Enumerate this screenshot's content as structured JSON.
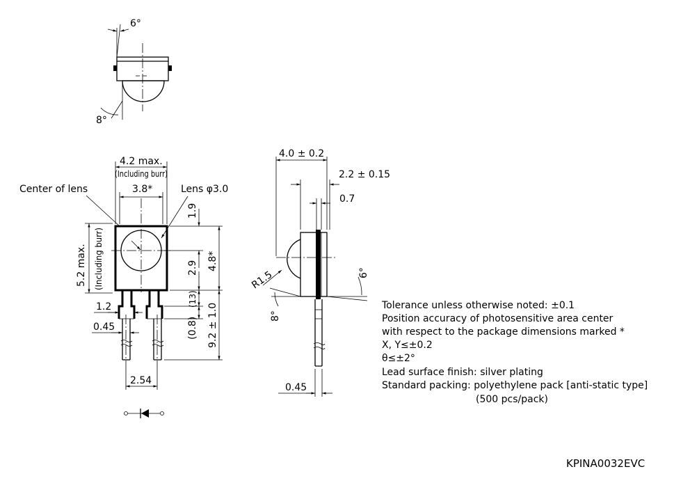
{
  "top_view": {
    "angle_top": "6°",
    "angle_bottom": "8°"
  },
  "front_view": {
    "width_max": "4.2 max.",
    "width_note": "(Including burr)",
    "width_inner": "3.8*",
    "center_of_lens": "Center of lens",
    "lens_label": "Lens φ3.0",
    "dim_1_9": "1.9",
    "dim_2_9": "2.9",
    "dim_4_8": "4.8*",
    "dim_13": "(13)",
    "dim_1_0": "9.2 ± 1.0",
    "dim_0_8": "(0.8)",
    "height_max": "5.2 max.",
    "height_note": "(Including burr)",
    "dim_1_2": "1.2",
    "dim_0_45": "0.45",
    "pitch": "2.54"
  },
  "side_view": {
    "length": "4.0 ± 0.2",
    "dim_2_2": "2.2 ± 0.15",
    "dim_0_7": "0.7",
    "radius": "R1.5",
    "angle_right": "6°",
    "angle_left": "8°",
    "lead_width": "0.45"
  },
  "notes": [
    "Tolerance unless otherwise noted: ±0.1",
    "Position accuracy of photosensitive area center",
    "with respect to the package dimensions marked *",
    "X, Y≤±0.2",
    "θ≤±2°",
    "Lead surface finish: silver plating",
    "Standard packing: polyethylene pack [anti-static type]",
    "(500 pcs/pack)"
  ],
  "drawing_code": "KPINA0032EVC"
}
